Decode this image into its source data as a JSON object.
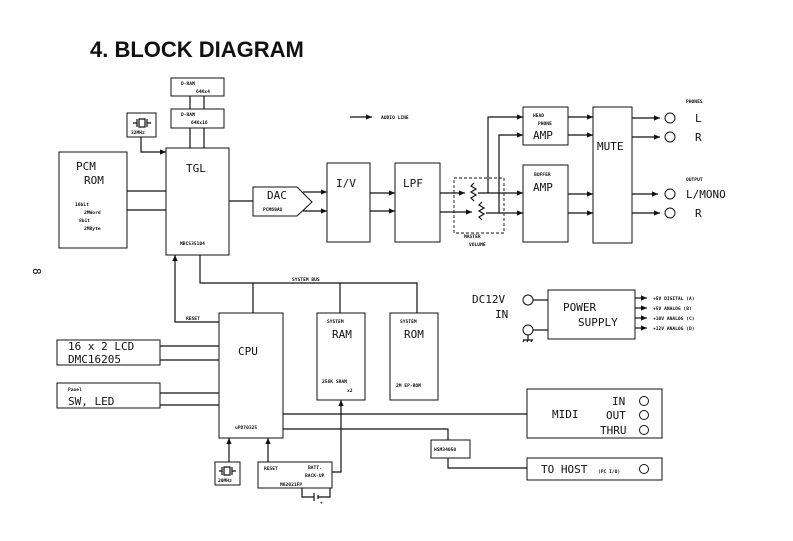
{
  "page": {
    "title": "4. BLOCK DIAGRAM",
    "page_number": "8"
  },
  "legend": {
    "audio_line": "AUDIO LINE"
  },
  "blocks": {
    "dram1": {
      "name": "D-RAM",
      "spec": "64Kx4"
    },
    "dram2": {
      "name": "D-RAM",
      "spec": "64Kx16"
    },
    "xtal32": {
      "freq": "32MHz"
    },
    "pcm_rom": {
      "line1": "PCM",
      "line2": "ROM",
      "spec1a": "16bit",
      "spec1b": "2MWord",
      "spec2a": "8bit",
      "spec2b": "2MByte"
    },
    "tgl": {
      "name": "TGL",
      "part": "MBCS35104"
    },
    "dac": {
      "name": "DAC",
      "part": "PCM69AU"
    },
    "iv": {
      "name": "I/V"
    },
    "lpf": {
      "name": "LPF"
    },
    "master_volume": {
      "line1": "MASTER",
      "line2": "VOLUME"
    },
    "headphone_amp": {
      "line1": "HEAD",
      "line2": "PHONE",
      "name": "AMP"
    },
    "buffer_amp": {
      "line1": "BUFFER",
      "name": "AMP"
    },
    "mute": {
      "name": "MUTE"
    },
    "phones": {
      "label": "PHONES",
      "left": "L",
      "right": "R"
    },
    "output": {
      "label": "OUTPUT",
      "left": "L/MONO",
      "right": "R"
    },
    "system_bus": {
      "label": "SYSTEM BUS"
    },
    "reset": {
      "label": "RESET"
    },
    "cpu": {
      "name": "CPU",
      "part": "uPD70325"
    },
    "system_ram": {
      "line1": "SYSTEM",
      "name": "RAM",
      "spec1": "256K SRAM",
      "spec2": "x2"
    },
    "system_rom": {
      "line1": "SYSTEM",
      "name": "ROM",
      "spec": "2M EP-ROM"
    },
    "lcd": {
      "line1": "16 x 2 LCD",
      "line2": "DMC16205"
    },
    "panel": {
      "line1": "Panel",
      "line2": "SW, LED"
    },
    "power": {
      "input1": "DC12V",
      "input2": "IN",
      "line1": "POWER",
      "line2": "SUPPLY",
      "outputs": [
        "+5V DIGITAL (A)",
        "+5V  ANALOG (B)",
        "+10V ANALOG (C)",
        "+12V ANALOG (D)"
      ]
    },
    "midi": {
      "name": "MIDI",
      "in": "IN",
      "out": "OUT",
      "thru": "THRU"
    },
    "hsm": {
      "part": "HSM34050"
    },
    "to_host": {
      "name": "TO HOST",
      "note": "(PC I/O)"
    },
    "xtal20": {
      "freq": "20MHz"
    },
    "reset_ic": {
      "reset": "RESET",
      "batt1": "BATT.",
      "batt2": "BACK-UP",
      "part": "M62021FP"
    }
  }
}
